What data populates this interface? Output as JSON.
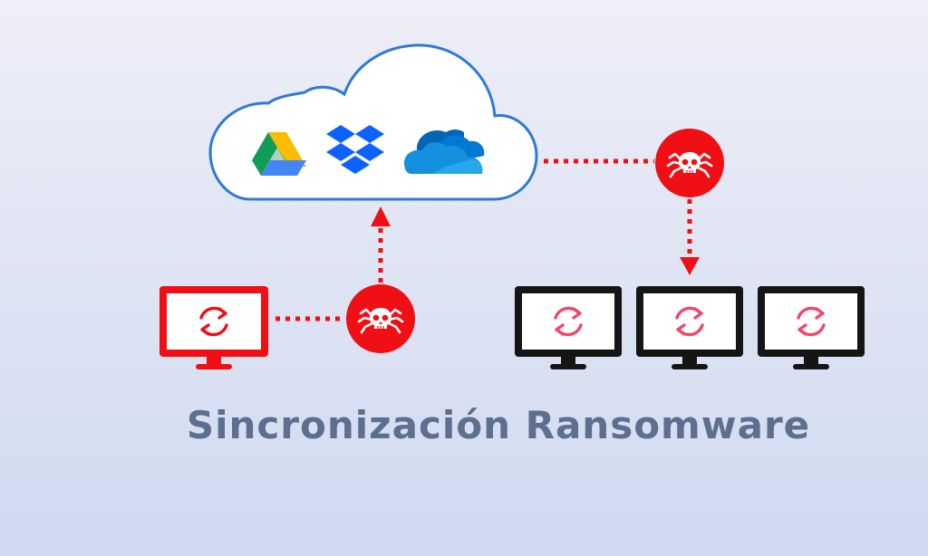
{
  "title": "Sincronización Ransomware",
  "colors": {
    "threat_red": "#ef0f14",
    "sync_pink": "#f2466b",
    "cloud_outline": "#2d79d6",
    "title_text": "#5c6f8f",
    "monitor_dark": "#151515"
  },
  "cloud": {
    "services": [
      {
        "name": "Google Drive",
        "icon": "google-drive-icon"
      },
      {
        "name": "Dropbox",
        "icon": "dropbox-icon"
      },
      {
        "name": "OneDrive",
        "icon": "onedrive-icon"
      }
    ]
  },
  "infected_computer": {
    "state": "infected",
    "icon": "sync-icon"
  },
  "synced_computers": [
    {
      "state": "synced",
      "icon": "sync-icon"
    },
    {
      "state": "synced",
      "icon": "sync-icon"
    },
    {
      "state": "synced",
      "icon": "sync-icon"
    }
  ],
  "threat_nodes": [
    {
      "icon": "skull-spider-icon",
      "role": "upload"
    },
    {
      "icon": "skull-spider-icon",
      "role": "download"
    }
  ]
}
